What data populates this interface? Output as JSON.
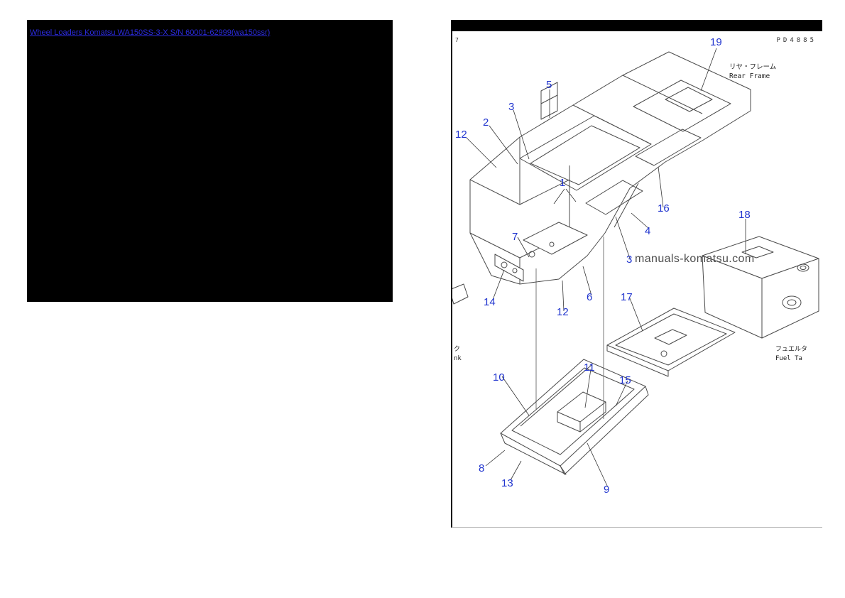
{
  "page": {
    "link_label": "Wheel Loaders Komatsu WA150SS-3-X S/N 60001-62999(wa150ssr)"
  },
  "diagram": {
    "code": "PD4885",
    "corner_mark": "7",
    "title_jp": "リヤ・フレーム",
    "title_en": "Rear Frame",
    "watermark": "manuals-komatsu.com",
    "fuel_label_jp": "フュエルタ",
    "fuel_label_en": "Fuel Ta",
    "left_partial_jp": "ク",
    "left_partial_en": "nk",
    "accent_color": "#2135cf",
    "callouts": [
      {
        "n": "19"
      },
      {
        "n": "5"
      },
      {
        "n": "3"
      },
      {
        "n": "2"
      },
      {
        "n": "12"
      },
      {
        "n": "1"
      },
      {
        "n": "16"
      },
      {
        "n": "4"
      },
      {
        "n": "18"
      },
      {
        "n": "7"
      },
      {
        "n": "3"
      },
      {
        "n": "6"
      },
      {
        "n": "12"
      },
      {
        "n": "17"
      },
      {
        "n": "14"
      },
      {
        "n": "10"
      },
      {
        "n": "11"
      },
      {
        "n": "15"
      },
      {
        "n": "8"
      },
      {
        "n": "13"
      },
      {
        "n": "9"
      }
    ]
  }
}
